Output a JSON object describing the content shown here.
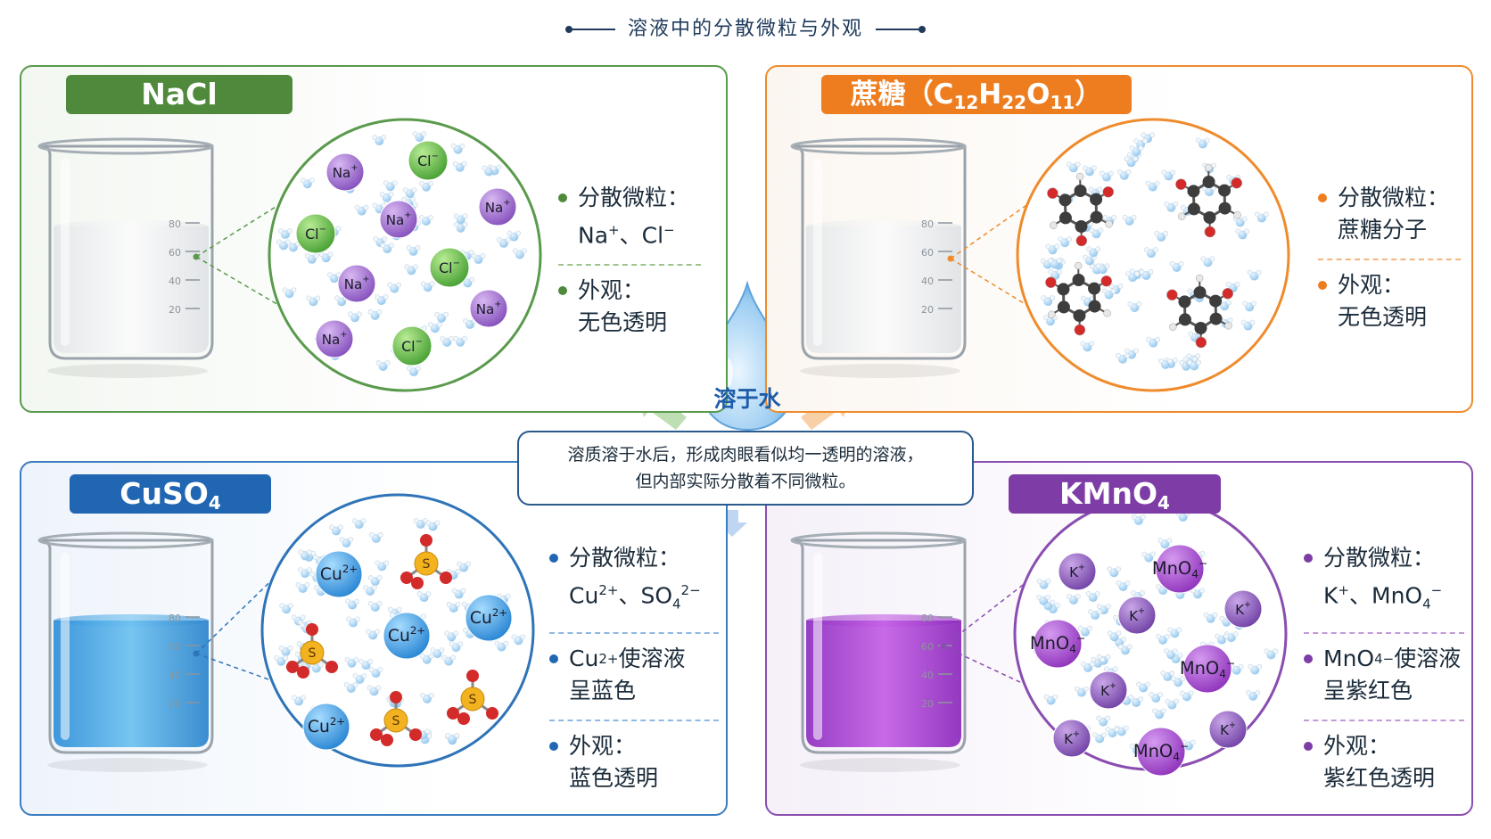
{
  "heading": "溶液中的分散微粒与外观",
  "center": {
    "drop_label": "溶于水",
    "callout_line1": "溶质溶于水后，形成肉眼看似均一透明的溶液，",
    "callout_line2": "但内部实际分散着不同微粒。"
  },
  "colors": {
    "nacl": "#4f8a3c",
    "sucrose": "#ed7d1f",
    "cuso4": "#2166b3",
    "kmno4": "#7d3ca6",
    "blue_liquid": "#3aa0e0",
    "purple_liquid": "#a63fd0"
  },
  "panels": {
    "nacl": {
      "title": "NaCl",
      "particles_label": "分散微粒：",
      "particles_a": "Na",
      "particles_a_sup": "+",
      "particles_sep": "、",
      "particles_b": "Cl",
      "particles_b_sup": "−",
      "appearance_label": "外观：",
      "appearance_value": "无色透明",
      "ions": [
        "Na",
        "Cl"
      ]
    },
    "sucrose": {
      "title_pre": "蔗糖（C",
      "sub1": "12",
      "title_h": "H",
      "sub2": "22",
      "title_o": "O",
      "sub3": "11",
      "title_post": "）",
      "particles_label": "分散微粒：",
      "particles_value": "蔗糖分子",
      "appearance_label": "外观：",
      "appearance_value": "无色透明"
    },
    "cuso4": {
      "title": "CuSO",
      "title_sub": "4",
      "particles_label": "分散微粒：",
      "particles_a": "Cu",
      "particles_a_sup": "2+",
      "particles_sep": "、",
      "particles_b": "SO",
      "particles_b_sub": "4",
      "particles_b_sup": "2−",
      "color_a": "Cu",
      "color_a_sup": "2+",
      "color_b": " 使溶液",
      "color_line2": "呈蓝色",
      "appearance_label": "外观：",
      "appearance_value": "蓝色透明"
    },
    "kmno4": {
      "title": "KMnO",
      "title_sub": "4",
      "particles_label": "分散微粒：",
      "particles_a": "K",
      "particles_a_sup": "+",
      "particles_sep": "、",
      "particles_b": "MnO",
      "particles_b_sub": "4",
      "particles_b_sup": "−",
      "color_a": "MnO",
      "color_a_sub": "4",
      "color_a_sup": "−",
      "color_b": " 使溶液",
      "color_line2": "呈紫红色",
      "appearance_label": "外观：",
      "appearance_value": "紫红色透明"
    }
  },
  "beaker_scale": [
    "80",
    "60",
    "40",
    "20"
  ]
}
